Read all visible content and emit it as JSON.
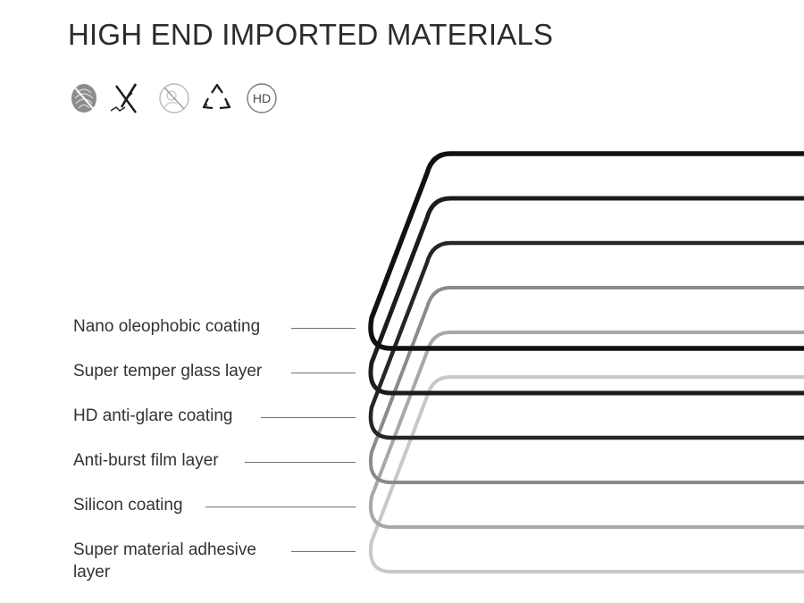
{
  "title": "HIGH END IMPORTED MATERIALS",
  "icons": [
    {
      "name": "anti-fingerprint-icon"
    },
    {
      "name": "anti-scratch-icon"
    },
    {
      "name": "anti-glare-icon"
    },
    {
      "name": "recycle-icon"
    },
    {
      "name": "hd-icon",
      "text": "HD"
    }
  ],
  "layers": [
    {
      "label": "Nano oleophobic coating",
      "color": "#111111"
    },
    {
      "label": "Super temper glass layer",
      "color": "#1c1c1c"
    },
    {
      "label": "HD anti-glare coating",
      "color": "#262626"
    },
    {
      "label": "Anti-burst film layer",
      "color": "#8a8a8a"
    },
    {
      "label": "Silicon coating",
      "color": "#a8a8a8"
    },
    {
      "label": "Super material adhesive layer",
      "color": "#c8c8c8"
    }
  ]
}
